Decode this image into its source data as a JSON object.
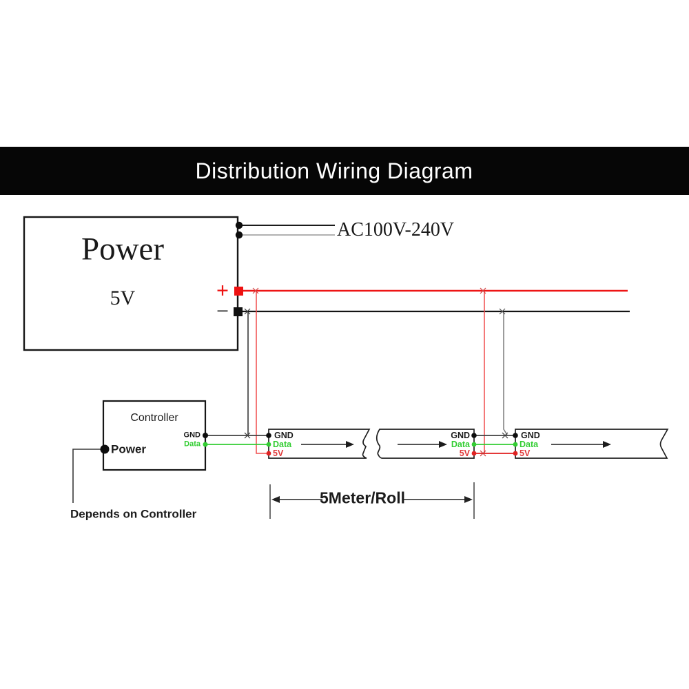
{
  "title": "Distribution Wiring Diagram",
  "power_supply": {
    "name": "Power",
    "voltage": "5V",
    "positive_symbol": "+",
    "negative_symbol": "−"
  },
  "ac_input_label": "AC100V-240V",
  "controller": {
    "name": "Controller",
    "power_pin_label": "Power",
    "gnd_pin_label": "GND",
    "data_pin_label": "Data",
    "note": "Depends on Controller"
  },
  "led_strips": [
    {
      "gnd": "GND",
      "data": "Data",
      "power": "5V"
    },
    {
      "gnd": "GND",
      "data": "Data",
      "power": "5V"
    },
    {
      "gnd": "GND",
      "data": "Data",
      "power": "5V"
    }
  ],
  "dimension_label": "5Meter/Roll",
  "colors": {
    "accent_red": "#ee1515",
    "signal_green": "#32cd32",
    "wire_black": "#1c1c1c",
    "title_bg": "#060606",
    "title_text": "#ffffff"
  }
}
